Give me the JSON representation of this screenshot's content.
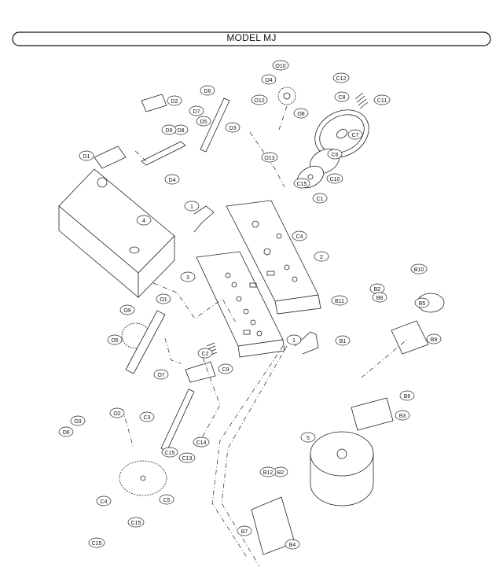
{
  "header": {
    "title": "MODEL MJ"
  },
  "parts": {
    "p1a": "1",
    "p1b": "1",
    "p2": "2",
    "p3": "3",
    "p4": "4",
    "p5": "5",
    "B1": "B1",
    "B2a": "B2",
    "B2b": "B2",
    "B3": "B3",
    "B4": "B4",
    "B5": "B5",
    "B6": "B6",
    "B7": "B7",
    "B8": "B8",
    "B9": "B9",
    "B10": "B10",
    "B11": "B11",
    "B12": "B12",
    "C1": "C1",
    "C2": "C2",
    "C3": "C3",
    "C4a": "C4",
    "C4b": "C4",
    "C5": "C5",
    "C6": "C6",
    "C7": "C7",
    "C8": "C8",
    "C9": "C9",
    "C10": "C10",
    "C11": "C11",
    "C12": "C12",
    "C13": "C13",
    "C14": "C14",
    "C15a": "C15",
    "C15b": "C15",
    "C15c": "C15",
    "C15d": "C15",
    "D1": "D1",
    "D2": "D2",
    "D3": "D3",
    "D4": "D4",
    "D5": "D5",
    "D6": "D6",
    "D7": "D7",
    "D8": "D8",
    "D9": "D9",
    "O1": "O1",
    "O2": "O2",
    "O3": "O3",
    "O4": "O4",
    "O5": "O5",
    "O6": "O6",
    "O7": "O7",
    "O8": "O8",
    "O9": "O9",
    "O10": "O10",
    "O12": "O12",
    "O13": "O13"
  }
}
